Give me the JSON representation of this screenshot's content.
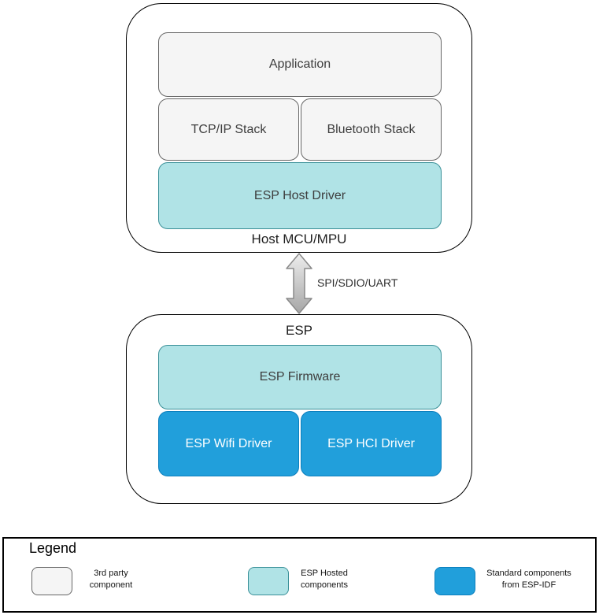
{
  "host": {
    "title": "Host MCU/MPU",
    "boxes": {
      "application": "Application",
      "tcpip": "TCP/IP Stack",
      "bluetooth": "Bluetooth Stack",
      "esp_host_driver": "ESP Host Driver"
    }
  },
  "link": {
    "label": "SPI/SDIO/UART"
  },
  "esp": {
    "title": "ESP",
    "boxes": {
      "firmware": "ESP Firmware",
      "wifi_driver": "ESP Wifi Driver",
      "hci_driver": "ESP HCI Driver"
    }
  },
  "legend": {
    "title": "Legend",
    "items": [
      {
        "line1": "3rd party",
        "line2": "component",
        "color": "#f5f5f5"
      },
      {
        "line1": "ESP Hosted",
        "line2": "components",
        "color": "#b0e3e6"
      },
      {
        "line1": "Standard components",
        "line2": "from ESP-IDF",
        "color": "#219fdb"
      }
    ]
  },
  "colors": {
    "gray_fill": "#f5f5f5",
    "gray_border": "#666666",
    "teal_fill": "#b0e3e6",
    "teal_border": "#3a9098",
    "blue_fill": "#219fdb",
    "blue_border": "#0c7fbd",
    "arrow_gray": "#b3b3b3"
  }
}
